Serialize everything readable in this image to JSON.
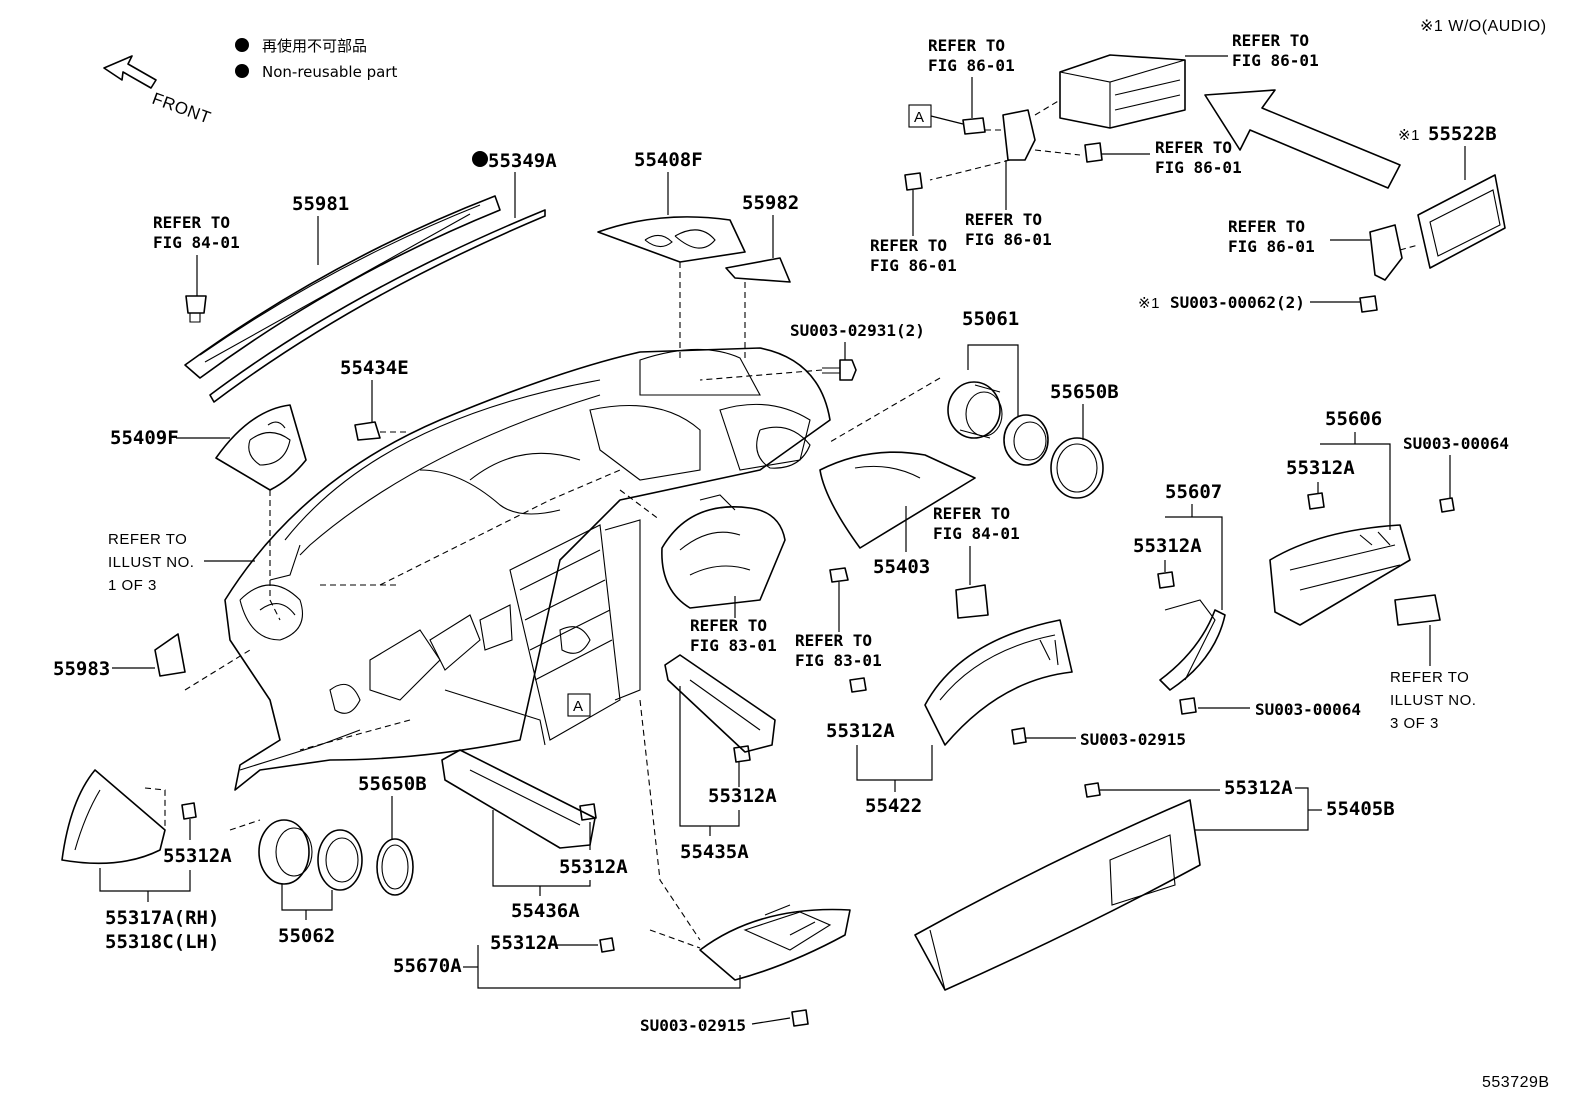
{
  "header": {
    "legend_jp": "再使用不可部品",
    "legend_en": "Non-reusable part",
    "front_label": "FRONT",
    "audio_note": "※1 W/O(AUDIO)",
    "figure_id": "553729B"
  },
  "refs": {
    "fig_84_01": [
      "REFER TO",
      "FIG 84-01"
    ],
    "fig_86_01": [
      "REFER TO",
      "FIG 86-01"
    ],
    "fig_83_01": [
      "REFER TO",
      "FIG 83-01"
    ],
    "illust_1_of_3": [
      "REFER TO",
      "ILLUST NO.",
      "1 OF 3"
    ],
    "illust_3_of_3": [
      "REFER TO",
      "ILLUST NO.",
      "3 OF 3"
    ],
    "box_a": "A"
  },
  "parts": {
    "p55349A": "55349A",
    "p55981": "55981",
    "p55408F": "55408F",
    "p55982": "55982",
    "p55434E": "55434E",
    "p55409F": "55409F",
    "p55983": "55983",
    "p55061": "55061",
    "p55650B_top": "55650B",
    "p55403": "55403",
    "p55607": "55607",
    "p55606": "55606",
    "p55312A": "55312A",
    "p55422": "55422",
    "p55405B": "55405B",
    "p55435A": "55435A",
    "p55436A": "55436A",
    "p55670A": "55670A",
    "p55317A": "55317A(RH)",
    "p55318C": "55318C(LH)",
    "p55062": "55062",
    "p55650B_bot": "55650B",
    "p55522B": "55522B",
    "mark_1": "※1",
    "su_02931": "SU003-02931(2)",
    "su_00062": "SU003-00062(2)",
    "su_00064": "SU003-00064",
    "su_02915": "SU003-02915"
  }
}
